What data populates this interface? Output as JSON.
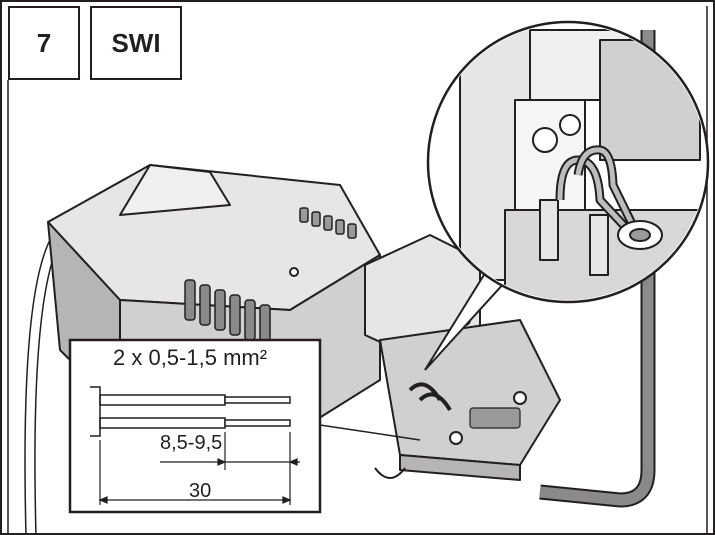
{
  "header": {
    "step_number": "7",
    "code": "SWI"
  },
  "inset": {
    "cable_spec": "2 x 0,5-1,5 mm²",
    "strip_length": "8,5-9,5",
    "sheath_length": "30"
  },
  "colors": {
    "line": "#231f20",
    "cable": "#8a8a8a",
    "body_light": "#e6e6e6",
    "body_mid": "#d0d0d0",
    "body_dark": "#b5b5b5"
  }
}
